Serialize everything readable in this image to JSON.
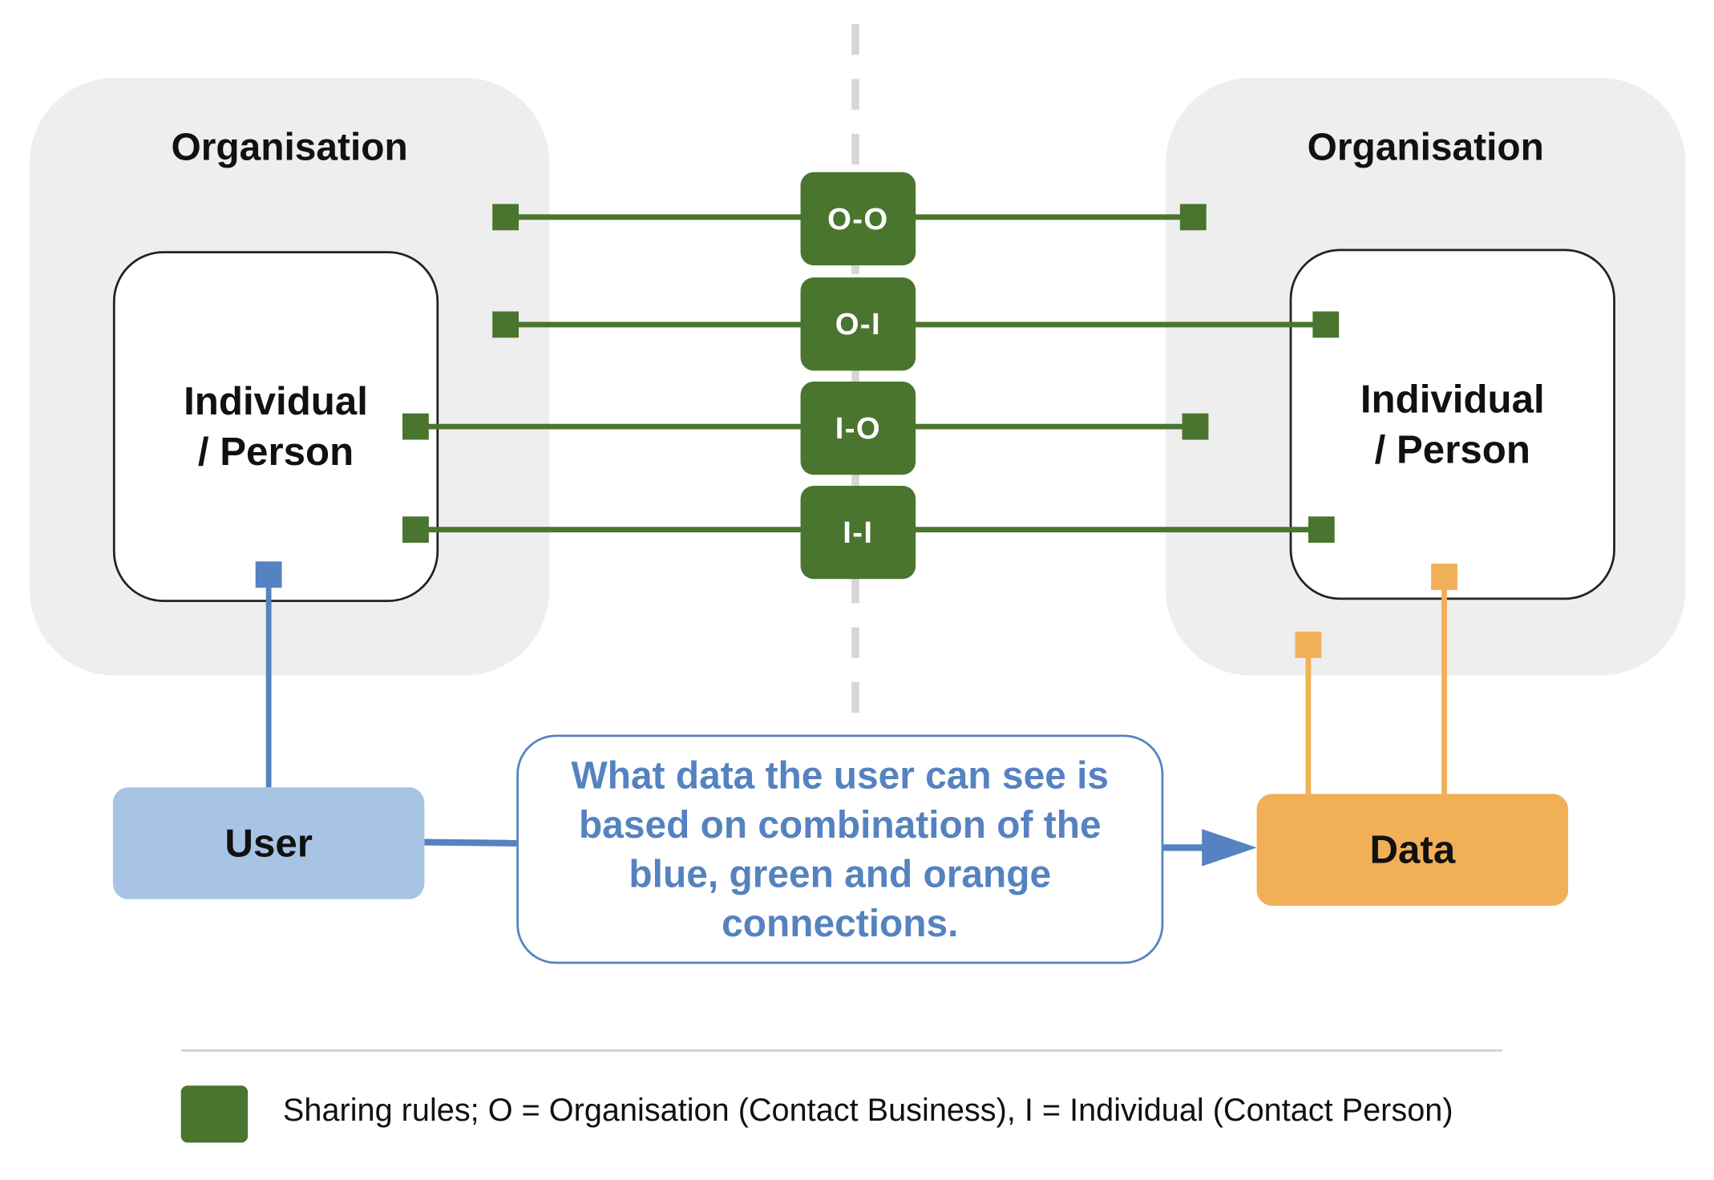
{
  "left_organisation": {
    "title": "Organisation",
    "person_label": "Individual\n/ Person"
  },
  "right_organisation": {
    "title": "Organisation",
    "person_label": "Individual\n/ Person"
  },
  "sharing_rules": [
    {
      "label": "O-O"
    },
    {
      "label": "O-I"
    },
    {
      "label": "I-O"
    },
    {
      "label": "I-I"
    }
  ],
  "user": {
    "label": "User"
  },
  "data": {
    "label": "Data"
  },
  "note": {
    "text": "What data the user can see is\nbased on combination of the\nblue, green and orange\nconnections."
  },
  "legend": {
    "text": "Sharing rules; O = Organisation (Contact Business), I = Individual (Contact Person)"
  },
  "colors": {
    "green": "#4a752e",
    "blue": "#5582c0",
    "orange": "#f1b057",
    "org_bg": "#eeeeee"
  }
}
